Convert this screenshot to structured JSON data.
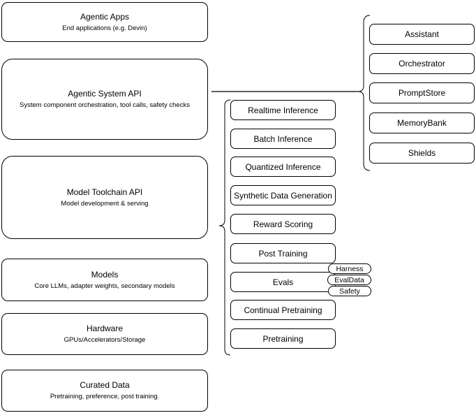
{
  "left_column": [
    {
      "title": "Agentic Apps",
      "subtitle": "End applications (e.g. Devin)"
    },
    {
      "title": "Agentic System API",
      "subtitle": "System component orchestration, tool calls, safety checks"
    },
    {
      "title": "Model Toolchain API",
      "subtitle": "Model development & serving"
    },
    {
      "title": "Models",
      "subtitle": "Core LLMs, adapter weights, secondary models"
    },
    {
      "title": "Hardware",
      "subtitle": "GPUs/Accelerators/Storage"
    },
    {
      "title": "Curated Data",
      "subtitle": "Pretraining, preference, post training."
    }
  ],
  "toolchain_group": {
    "items": [
      "Realtime Inference",
      "Batch Inference",
      "Quantized Inference",
      "Synthetic Data Generation",
      "Reward Scoring",
      "Post Training",
      "Evals",
      "Continual Pretraining",
      "Pretraining"
    ],
    "eval_tags": [
      "Harness",
      "EvalData",
      "Safety"
    ]
  },
  "system_group": {
    "items": [
      "Assistant",
      "Orchestrator",
      "PromptStore",
      "MemoryBank",
      "Shields"
    ]
  },
  "colors": {
    "border": "#000000",
    "fill": "#ffffff",
    "background": "#ffffff"
  }
}
